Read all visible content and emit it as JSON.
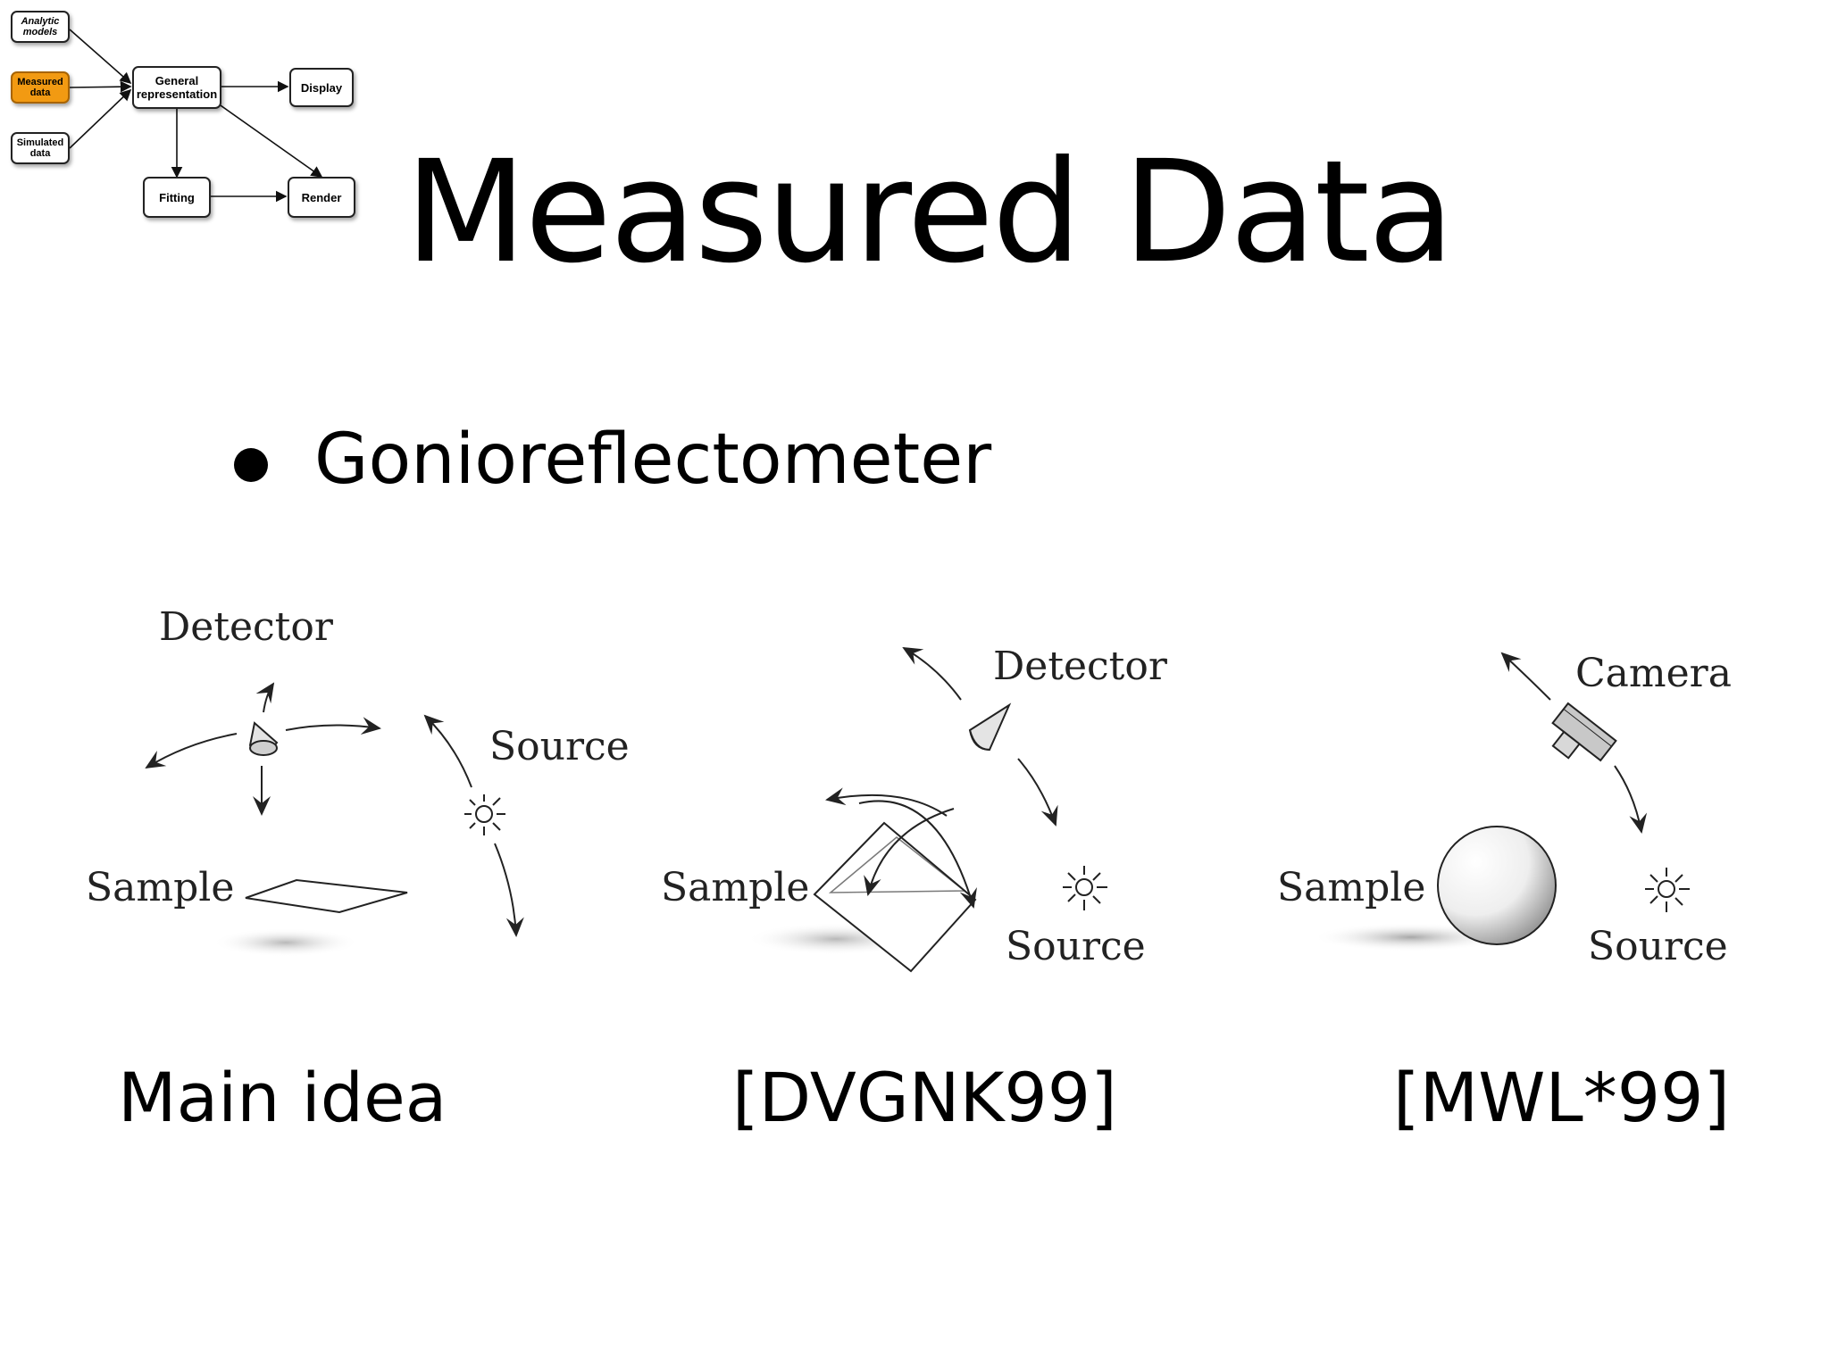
{
  "flowchart": {
    "analytic_models": "Analytic models",
    "measured_data": "Measured data",
    "simulated_data": "Simulated data",
    "general_representation": "General representation",
    "display": "Display",
    "fitting": "Fitting",
    "render": "Render",
    "active_color": "#f29a12"
  },
  "title": "Measured Data",
  "bullet": "Gonioreflectometer",
  "figures": {
    "main": {
      "detector": "Detector",
      "source": "Source",
      "sample": "Sample"
    },
    "dvgnk": {
      "detector": "Detector",
      "source": "Source",
      "sample": "Sample"
    },
    "mwl": {
      "camera": "Camera",
      "source": "Source",
      "sample": "Sample"
    }
  },
  "captions": {
    "main": "Main idea",
    "dvgnk": "[DVGNK99]",
    "mwl": "[MWL*99]"
  }
}
